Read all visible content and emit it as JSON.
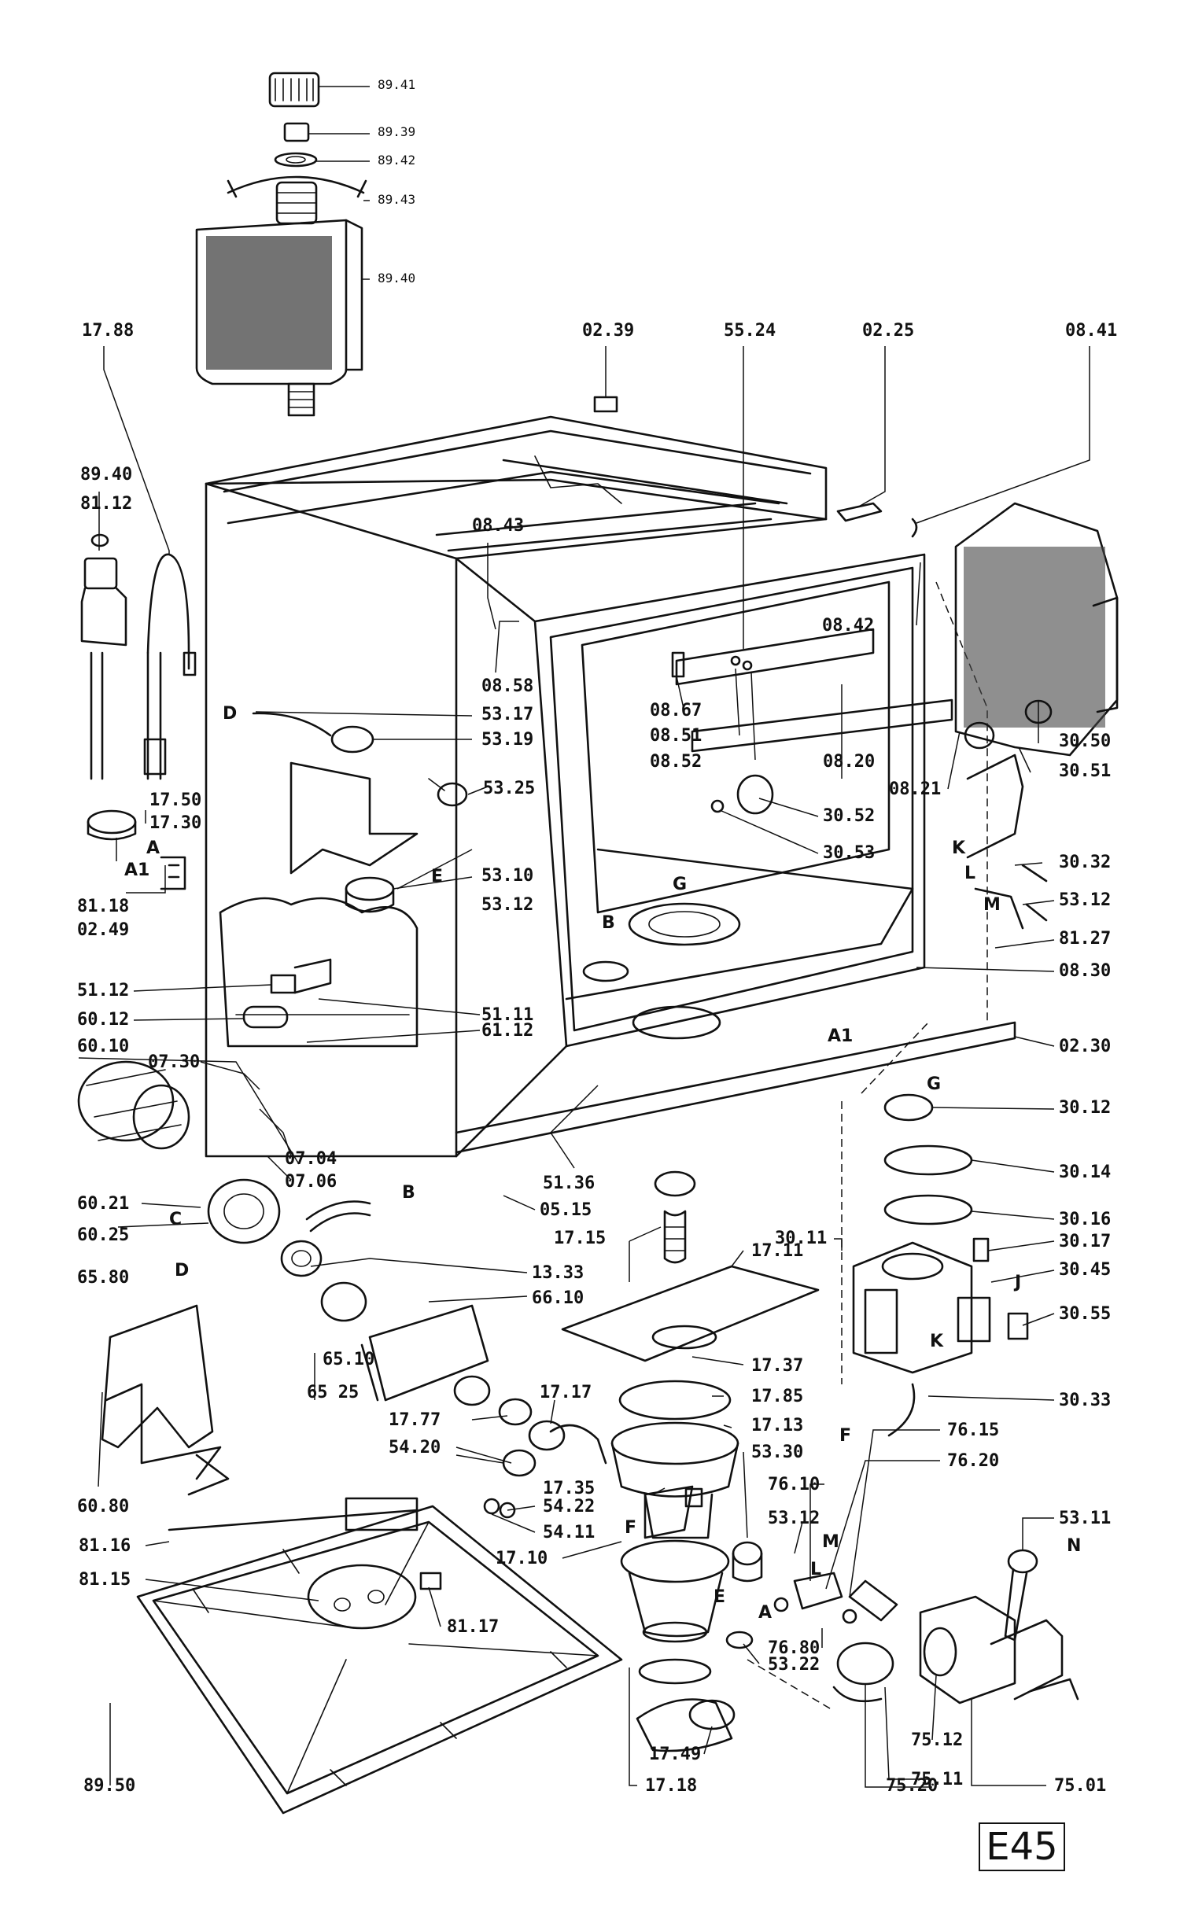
{
  "diagram": {
    "type": "exploded-parts-diagram",
    "page_code": "E45",
    "labels": [
      "89.41",
      "89.39",
      "89.42",
      "89.43",
      "89.40",
      "17.88",
      "02.39",
      "55.24",
      "02.25",
      "08.41",
      "89.40",
      "81.12",
      "08.43",
      "08.42",
      "08.58",
      "53.17",
      "53.19",
      "08.67",
      "08.51",
      "08.52",
      "08.20",
      "08.21",
      "30.50",
      "30.51",
      "53.25",
      "30.52",
      "30.53",
      "17.50",
      "17.30",
      "30.32",
      "53.12",
      "53.10",
      "53.12",
      "81.18",
      "02.49",
      "81.27",
      "08.30",
      "51.12",
      "51.11",
      "60.12",
      "61.12",
      "60.10",
      "02.30",
      "07.30",
      "30.12",
      "07.04",
      "07.06",
      "51.36",
      "30.14",
      "60.21",
      "05.15",
      "30.16",
      "60.25",
      "17.15",
      "30.11",
      "30.17",
      "13.33",
      "17.11",
      "30.45",
      "65.80",
      "66.10",
      "30.55",
      "17.37",
      "65.10",
      "65 25",
      "17.17",
      "17.85",
      "17.77",
      "17.13",
      "30.33",
      "54.20",
      "53.30",
      "76.15",
      "17.35",
      "76.20",
      "54.22",
      "76.10",
      "60.80",
      "54.11",
      "53.12",
      "53.11",
      "81.16",
      "17.10",
      "81.15",
      "81.17",
      "76.80",
      "53.22",
      "75.12",
      "75.11",
      "17.49",
      "89.50",
      "17.18",
      "75.20",
      "75.01"
    ],
    "letters": [
      "A",
      "A1",
      "D",
      "E",
      "G",
      "B",
      "A1",
      "G",
      "C",
      "B",
      "D",
      "J",
      "K",
      "F",
      "F",
      "E",
      "M",
      "L",
      "A",
      "N",
      "L",
      "K",
      "M"
    ]
  }
}
